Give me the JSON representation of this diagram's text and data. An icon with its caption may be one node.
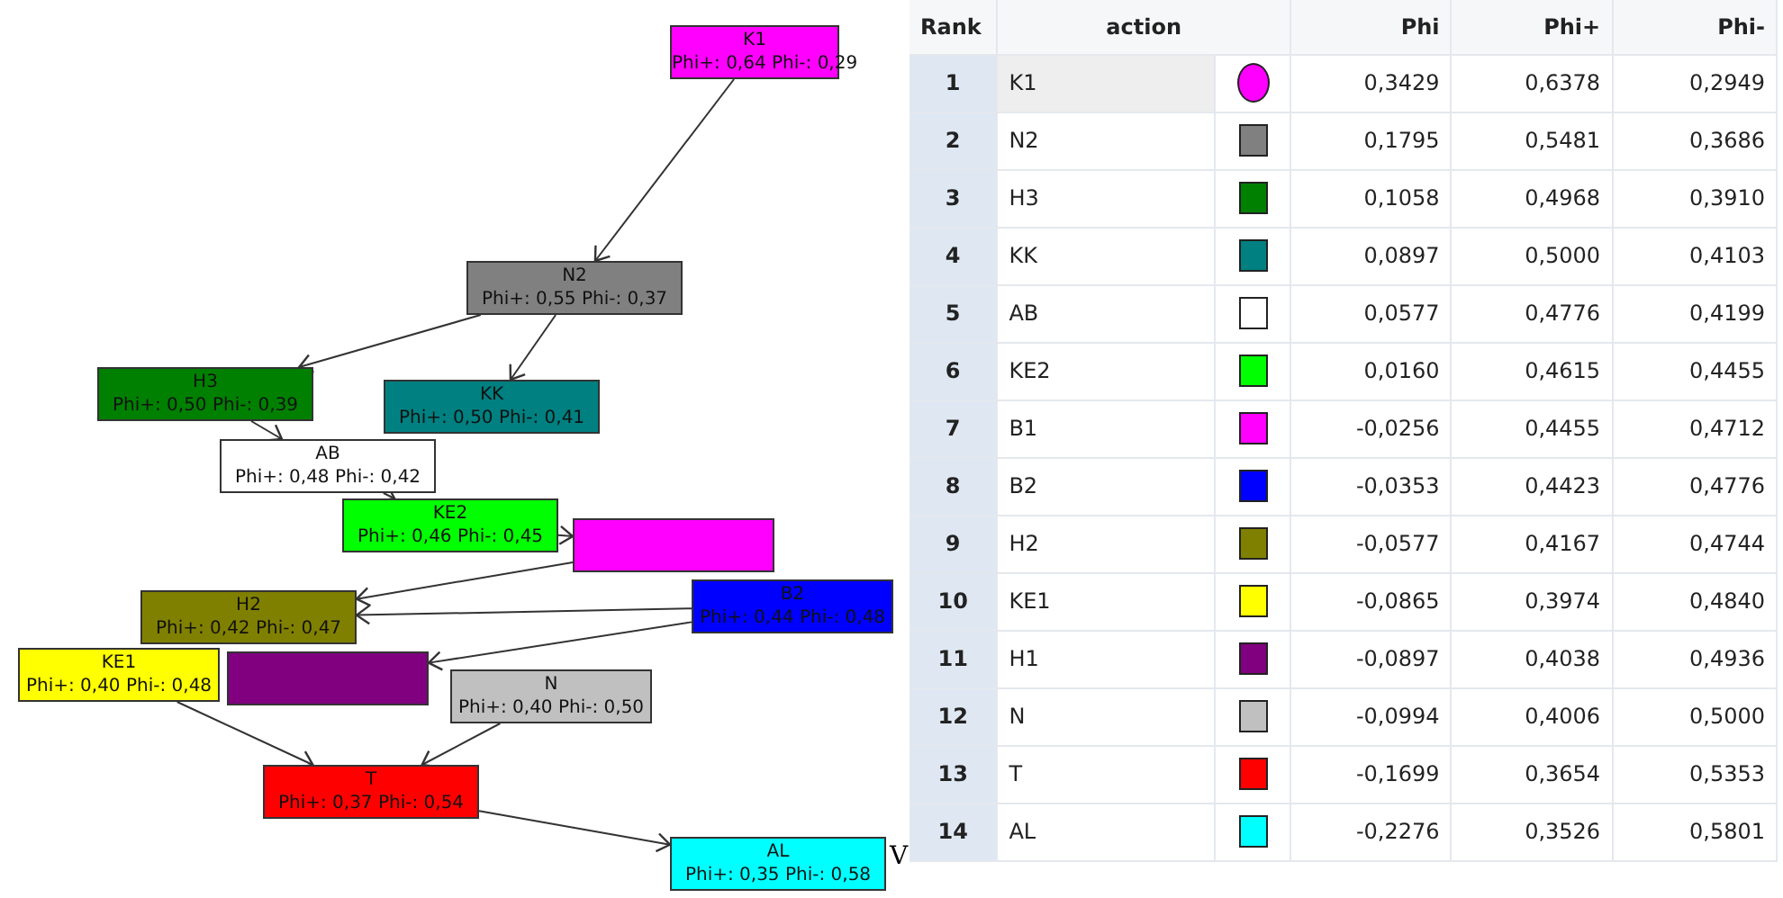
{
  "diagram": {
    "nodes": [
      {
        "text": [
          "K1",
          "Phi+: 0,64 Phi-: 0,29"
        ]
      },
      {
        "text": [
          "N2",
          "Phi+: 0,55 Phi-: 0,37"
        ]
      },
      {
        "text": [
          "H3",
          "Phi+: 0,50 Phi-: 0,39"
        ]
      },
      {
        "text": [
          "KK",
          "Phi+: 0,50 Phi-: 0,41"
        ]
      },
      {
        "text": [
          "AB",
          "Phi+: 0,48 Phi-: 0,42"
        ]
      },
      {
        "text": [
          "KE2",
          "Phi+: 0,46 Phi-: 0,45"
        ]
      },
      {
        "text": [],
        "shape": "box"
      },
      {
        "text": [
          "B2",
          "Phi+: 0,44 Phi-: 0,48"
        ]
      },
      {
        "text": [
          "H2",
          "Phi+: 0,42 Phi-: 0,47"
        ]
      },
      {
        "text": [
          "KE1",
          "Phi+: 0,40 Phi-: 0,48"
        ]
      },
      {
        "text": [],
        "shape": "box"
      },
      {
        "text": [
          "N",
          "Phi+: 0,40 Phi-: 0,50"
        ]
      },
      {
        "text": [
          "T",
          "Phi+: 0,37 Phi-: 0,54"
        ]
      },
      {
        "text": [
          "AL",
          "Phi+: 0,35 Phi-: 0,58"
        ]
      }
    ],
    "edges": [
      {
        "from": 0,
        "to": 1,
        "arrow": "to"
      },
      {
        "from": 1,
        "to": 2,
        "arrow": "to"
      },
      {
        "from": 1,
        "to": 3,
        "arrow": "to"
      },
      {
        "from": 2,
        "to": 4,
        "arrow": "to"
      },
      {
        "from": 4,
        "to": 5,
        "arrow": "to"
      },
      {
        "from": 5,
        "to": 6,
        "arrow": "to"
      },
      {
        "from": 6,
        "to": 8,
        "arrow": "to"
      },
      {
        "from": 7,
        "to": 8,
        "arrow": "to"
      },
      {
        "from": 7,
        "to": 10,
        "arrow": "to"
      },
      {
        "from": 9,
        "to": 12,
        "arrow": "to"
      },
      {
        "from": 11,
        "to": 12,
        "arrow": "to"
      },
      {
        "from": 12,
        "to": 13,
        "arrow": "to"
      }
    ],
    "labels": [
      "V",
      "Rank",
      "action",
      "Phi",
      "Phi+",
      "Phi-",
      "1",
      "K1",
      "0,3429",
      "0,6378",
      "0,2949",
      "2",
      "N2",
      "0,1795",
      "0,5481",
      "0,3686",
      "3",
      "H3",
      "0,1058",
      "0,4968",
      "0,3910",
      "4",
      "KK",
      "0,0897",
      "0,5000",
      "0,4103",
      "5",
      "AB",
      "0,0577",
      "0,4776",
      "0,4199",
      "6",
      "KE2",
      "0,0160",
      "0,4615",
      "0,4455",
      "7",
      "B1",
      "-0,0256",
      "0,4455",
      "0,4712",
      "8",
      "B2",
      "-0,0353",
      "0,4423",
      "0,4776",
      "9",
      "H2",
      "-0,0577",
      "0,4167",
      "0,4744",
      "10",
      "KE1",
      "-0,0865",
      "0,3974",
      "0,4840",
      "11",
      "H1",
      "-0,0897",
      "0,4038",
      "0,4936",
      "12",
      "N",
      "-0,0994",
      "0,4006",
      "0,5000",
      "13",
      "T",
      "-0,1699",
      "0,3654",
      "0,5353",
      "14",
      "AL",
      "-0,2276",
      "0,3526",
      "0,5801"
    ]
  }
}
